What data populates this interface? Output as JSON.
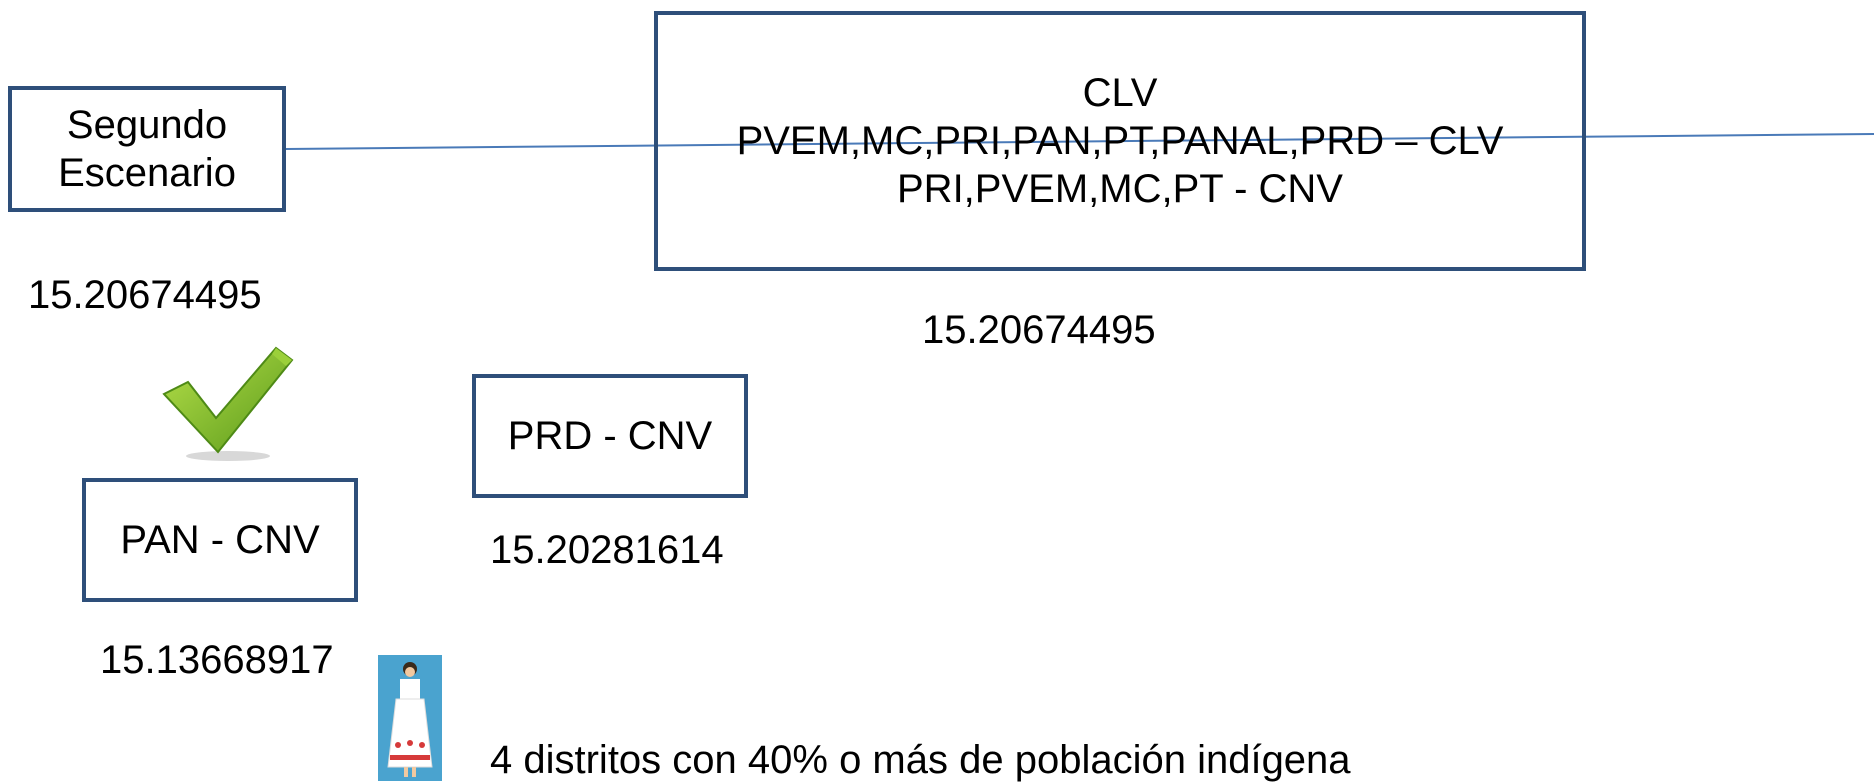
{
  "boxes": {
    "segundo": {
      "line1": "Segundo",
      "line2": "Escenario"
    },
    "clv": {
      "line1": "CLV",
      "line2": "PVEM,MC,PRI,PAN,PT,PANAL,PRD – CLV",
      "line3": "PRI,PVEM,MC,PT - CNV"
    },
    "prd": {
      "label": "PRD - CNV"
    },
    "pan": {
      "label": "PAN - CNV"
    }
  },
  "values": {
    "segundo": "15.20674495",
    "clv": "15.20674495",
    "prd": "15.20281614",
    "pan": "15.13668917"
  },
  "note": "4 distritos con 40% o más de población indígena",
  "icons": {
    "check": "green-checkmark-icon",
    "figure": "indigenous-woman-figure-icon"
  },
  "colors": {
    "box_border": "#2e4f7a",
    "line": "#4a7ab8",
    "check": "#7cbf2a"
  }
}
